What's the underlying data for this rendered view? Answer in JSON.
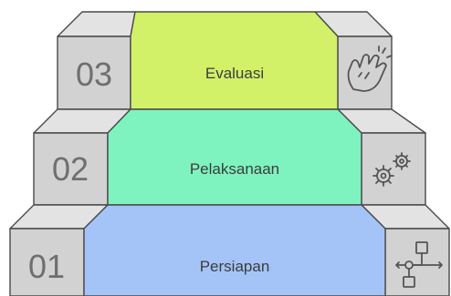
{
  "steps": [
    {
      "number": "01",
      "label": "Persiapan",
      "icon": "flowchart-icon",
      "color": "#a4c4f7"
    },
    {
      "number": "02",
      "label": "Pelaksanaan",
      "icon": "gears-icon",
      "color": "#7ff3bf"
    },
    {
      "number": "03",
      "label": "Evaluasi",
      "icon": "clapping-hands-icon",
      "color": "#d2f169"
    }
  ],
  "colors": {
    "side_top": "#e3e3e3",
    "side_front": "#d2d2d2",
    "stroke": "#4a4a4a",
    "icon": "#555555",
    "number": "#6f6f6f"
  }
}
